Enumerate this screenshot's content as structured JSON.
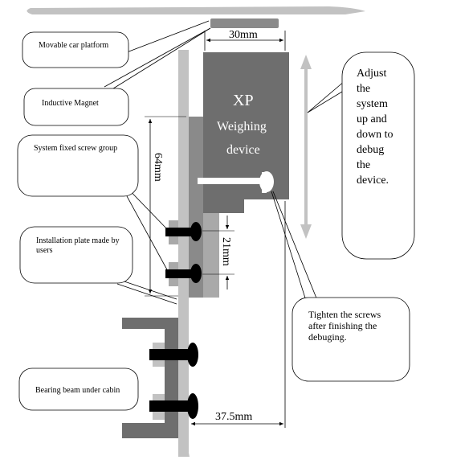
{
  "callouts": {
    "movable_car_platform": "Movable car platform",
    "inductive_magnet": "Inductive Magnet",
    "system_fixed_screw_group": "System fixed screw group",
    "installation_plate_line1": "Installation plate made by",
    "installation_plate_line2": "users",
    "bearing_beam": "Bearing beam under cabin",
    "tighten_line1": "Tighten the screws",
    "tighten_line2": "after finishing the",
    "tighten_line3": "debuging."
  },
  "adjust_note": [
    "Adjust",
    "the",
    "system",
    "up and",
    "down to",
    "debug",
    "the",
    "device."
  ],
  "device": {
    "line1": "XP",
    "line2": "Weighing",
    "line3": "device"
  },
  "dimensions": {
    "width_top": "30mm",
    "height_left": "64mm",
    "screw_spacing": "21mm",
    "bottom_width": "37.5mm"
  },
  "colors": {
    "device": "#6e6e6e",
    "plate": "#a9a9a9",
    "platform": "#c2c2c2",
    "screw": "#000000",
    "adjust_arrow": "#c2c2c2"
  }
}
